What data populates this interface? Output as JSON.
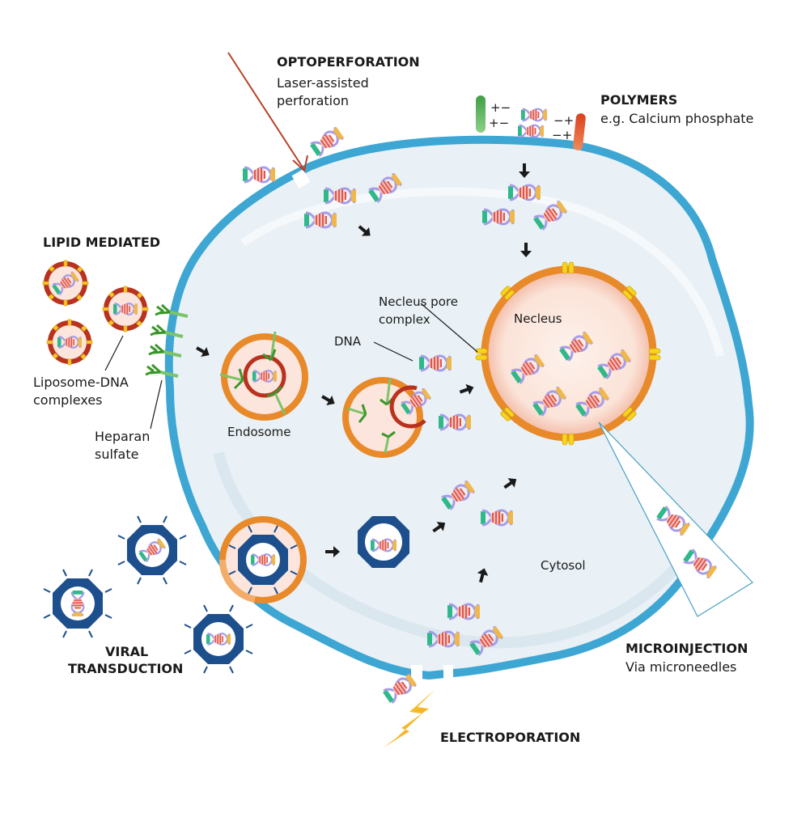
{
  "diagram": {
    "colors": {
      "membrane": "#3ea6d3",
      "cytosol": "#e9f1f6",
      "endosome_ring": "#e8892a",
      "endosome_fill": "#fbe5dc",
      "liposome_ring": "#b8321e",
      "pore": "#f7d41c",
      "capsid": "#1d4f8c",
      "heparan": "#4fa83a",
      "laser": "#b8412a",
      "dna_backbone": "#a89be8",
      "dna_rungs_red": "#e0574a",
      "dna_end_green": "#2fb889",
      "dna_end_yellow": "#f0b84a",
      "polymer_green": "#43a84a",
      "polymer_red": "#e0552a",
      "bolt": "#f5b21c",
      "arrow": "#1a1a1a"
    },
    "methods": {
      "optoperforation": {
        "title": "OPTOPERFORATION",
        "subtitle_line1": "Laser-assisted",
        "subtitle_line2": "perforation"
      },
      "polymers": {
        "title": "POLYMERS",
        "subtitle": "e.g. Calcium phosphate",
        "charges_left": [
          "+−",
          "+−"
        ],
        "charges_right": [
          "−+",
          "−+"
        ]
      },
      "lipid": {
        "title": "LIPID MEDIATED"
      },
      "viral": {
        "title_line1": "VIRAL",
        "title_line2": "TRANSDUCTION"
      },
      "microinjection": {
        "title": "MICROINJECTION",
        "subtitle": "Via microneedles"
      },
      "electroporation": {
        "title": "ELECTROPORATION"
      }
    },
    "labels": {
      "liposome_line1": "Liposome-DNA",
      "liposome_line2": "complexes",
      "heparan_line1": "Heparan",
      "heparan_line2": "sulfate",
      "endosome": "Endosome",
      "dna": "DNA",
      "pore_line1": "Necleus pore",
      "pore_line2": "complex",
      "nucleus": "Necleus",
      "cytosol": "Cytosol"
    }
  }
}
